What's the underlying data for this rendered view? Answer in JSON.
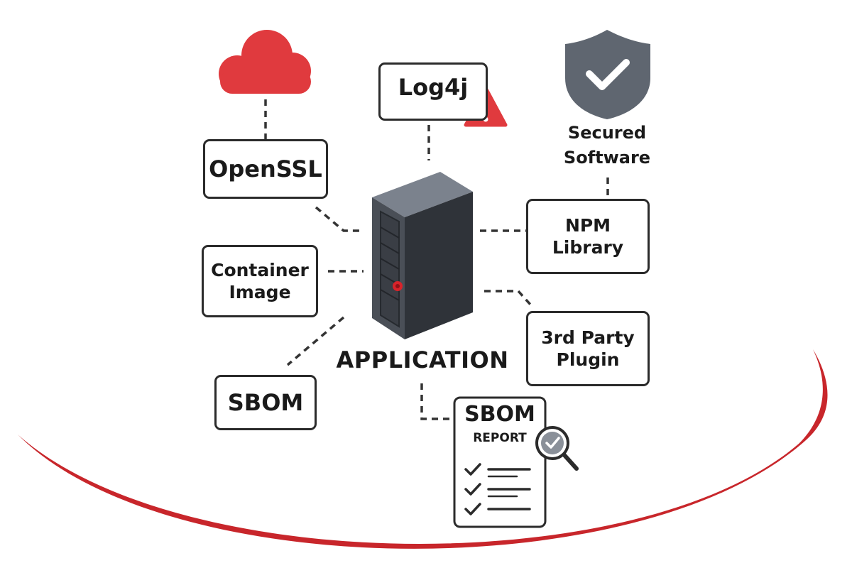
{
  "diagram": {
    "center": {
      "label": "APPLICATION"
    },
    "nodes": {
      "log4j": {
        "label": "Log4j",
        "status": "warning",
        "badge_icon": "warning-triangle-icon"
      },
      "openssl": {
        "label": "OpenSSL",
        "icon": "cloud-icon"
      },
      "container_image": {
        "line1": "Container",
        "line2": "Image"
      },
      "sbom": {
        "label": "SBOM"
      },
      "npm_library": {
        "line1": "NPM",
        "line2": "Library"
      },
      "third_party_plugin": {
        "line1": "3rd Party",
        "line2": "Plugin"
      },
      "secured_software": {
        "line1": "Secured",
        "line2": "Software",
        "icon": "shield-check-icon"
      },
      "sbom_report": {
        "title": "SBOM",
        "subtitle": "REPORT",
        "icon": "magnifier-check-icon",
        "checklist_items": 3
      }
    },
    "colors": {
      "accent_red": "#e03a3e",
      "arc_red": "#c8262b",
      "shield_gray": "#5f6670",
      "server_dark": "#3c4048",
      "outline": "#2b2b2b"
    }
  }
}
